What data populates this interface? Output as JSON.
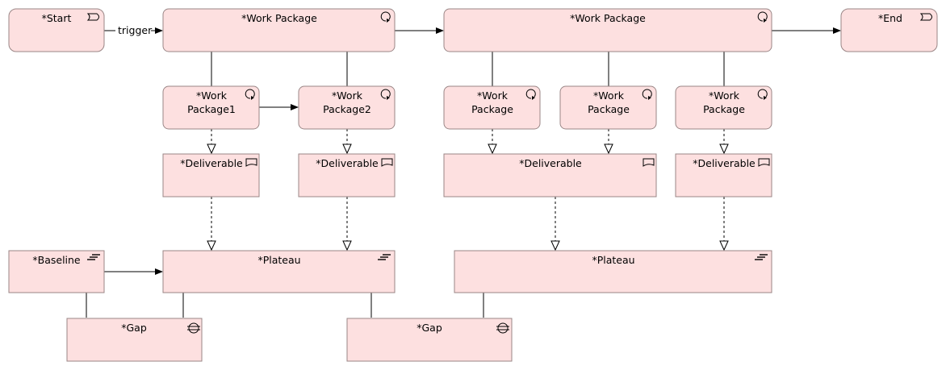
{
  "diagram": {
    "start": {
      "label": "*Start",
      "icon": "event-icon"
    },
    "end": {
      "label": "*End",
      "icon": "event-icon"
    },
    "trigger_label": "trigger",
    "work_package_main_1": {
      "label": "*Work Package",
      "icon": "work-package-icon"
    },
    "work_package_main_2": {
      "label": "*Work Package",
      "icon": "work-package-icon"
    },
    "sub_work_packages": [
      {
        "line1": "*Work",
        "line2": "Package1"
      },
      {
        "line1": "*Work",
        "line2": "Package2"
      },
      {
        "line1": "*Work",
        "line2": "Package"
      },
      {
        "line1": "*Work",
        "line2": "Package"
      },
      {
        "line1": "*Work",
        "line2": "Package"
      }
    ],
    "deliverables": [
      {
        "label": "*Deliverable"
      },
      {
        "label": "*Deliverable"
      },
      {
        "label": "*Deliverable"
      },
      {
        "label": "*Deliverable"
      }
    ],
    "baseline": {
      "label": "*Baseline",
      "icon": "plateau-icon"
    },
    "plateaus": [
      {
        "label": "*Plateau",
        "icon": "plateau-icon"
      },
      {
        "label": "*Plateau",
        "icon": "plateau-icon"
      }
    ],
    "gaps": [
      {
        "label": "*Gap",
        "icon": "gap-icon"
      },
      {
        "label": "*Gap",
        "icon": "gap-icon"
      }
    ]
  }
}
